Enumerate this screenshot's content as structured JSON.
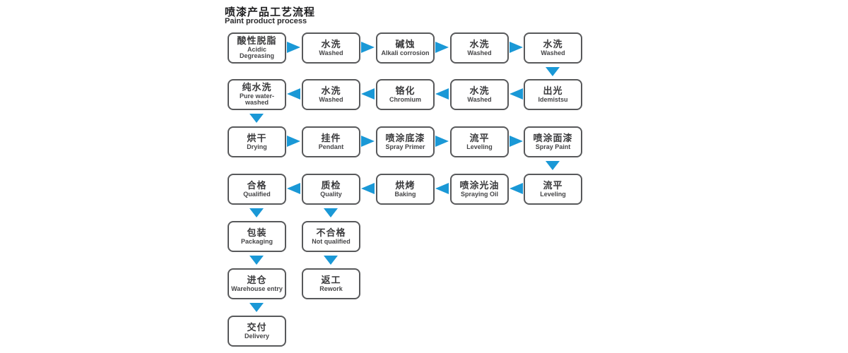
{
  "page": {
    "title_zh": "喷漆产品工艺流程",
    "title_en": "Paint product process"
  },
  "colors": {
    "arrow_blue": "#1a98d6",
    "box_border": "#58595b",
    "text_dark": "#3a3a3c"
  },
  "flow": {
    "nodes": [
      {
        "zh": "酸性脱脂",
        "en": "Acidic\nDegreasing"
      },
      {
        "zh": "水洗",
        "en": "Washed"
      },
      {
        "zh": "碱蚀",
        "en": "Alkali corrosion"
      },
      {
        "zh": "水洗",
        "en": "Washed"
      },
      {
        "zh": "水洗",
        "en": "Washed"
      },
      {
        "zh": "纯水洗",
        "en": "Pure water-\nwashed"
      },
      {
        "zh": "水洗",
        "en": "Washed"
      },
      {
        "zh": "铬化",
        "en": "Chromium"
      },
      {
        "zh": "水洗",
        "en": "Washed"
      },
      {
        "zh": "出光",
        "en": "Idemistsu"
      },
      {
        "zh": "烘干",
        "en": "Drying"
      },
      {
        "zh": "挂件",
        "en": "Pendant"
      },
      {
        "zh": "喷涂底漆",
        "en": "Spray Primer"
      },
      {
        "zh": "流平",
        "en": "Leveling"
      },
      {
        "zh": "喷涂面漆",
        "en": "Spray Paint"
      },
      {
        "zh": "合格",
        "en": "Qualified"
      },
      {
        "zh": "质检",
        "en": "Quality"
      },
      {
        "zh": "烘烤",
        "en": "Baking"
      },
      {
        "zh": "喷涂光油",
        "en": "Spraying Oil"
      },
      {
        "zh": "流平",
        "en": "Leveling"
      },
      {
        "zh": "包装",
        "en": "Packaging"
      },
      {
        "zh": "不合格",
        "en": "Not qualified"
      },
      {
        "zh": "进仓",
        "en": "Warehouse entry"
      },
      {
        "zh": "返工",
        "en": "Rework"
      },
      {
        "zh": "交付",
        "en": "Delivery"
      }
    ],
    "edges": [
      [
        0,
        1
      ],
      [
        1,
        2
      ],
      [
        2,
        3
      ],
      [
        3,
        4
      ],
      [
        4,
        9
      ],
      [
        9,
        8
      ],
      [
        8,
        7
      ],
      [
        7,
        6
      ],
      [
        6,
        5
      ],
      [
        5,
        10
      ],
      [
        10,
        11
      ],
      [
        11,
        12
      ],
      [
        12,
        13
      ],
      [
        13,
        14
      ],
      [
        14,
        19
      ],
      [
        19,
        18
      ],
      [
        18,
        17
      ],
      [
        17,
        16
      ],
      [
        16,
        15
      ],
      [
        15,
        20
      ],
      [
        16,
        21
      ],
      [
        20,
        22
      ],
      [
        21,
        23
      ],
      [
        22,
        24
      ]
    ]
  }
}
